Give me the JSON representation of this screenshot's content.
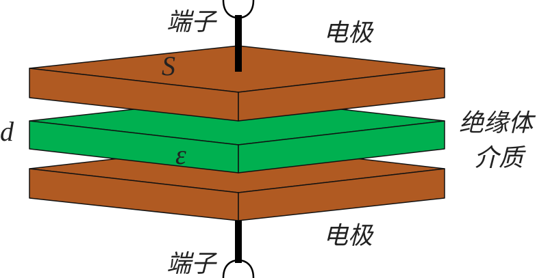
{
  "colors": {
    "electrode": "#B05A22",
    "dielectric": "#00B050",
    "terminal": "#000000"
  },
  "labels": {
    "terminal_top": "端子",
    "electrode_top": "电极",
    "area_symbol": "S",
    "distance_symbol": "d",
    "permittivity_symbol": "ε",
    "insulator_line1": "绝缘体",
    "insulator_line2": "介质",
    "electrode_bottom": "电极",
    "terminal_bottom": "端子"
  }
}
